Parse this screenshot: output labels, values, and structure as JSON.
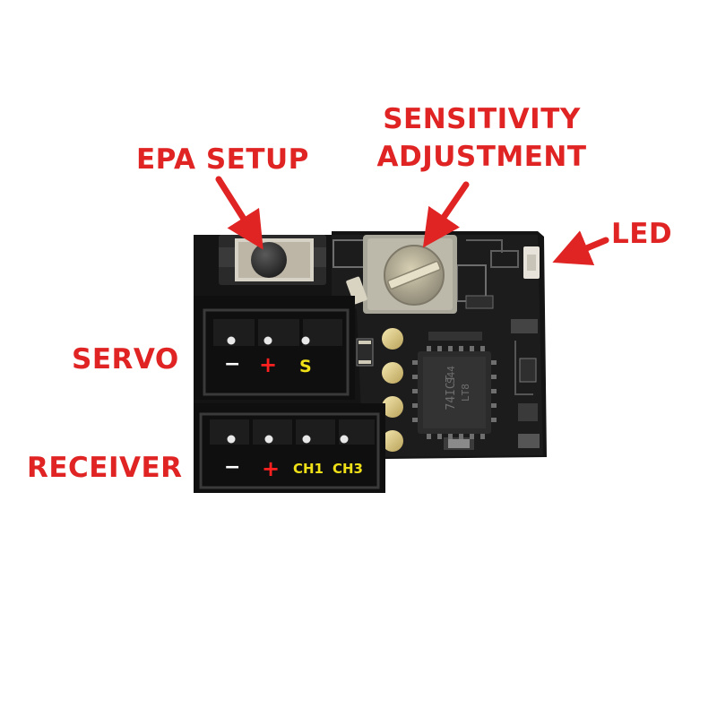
{
  "callouts": {
    "epa_setup": "EPA SETUP",
    "sensitivity_line1": "SENSITIVITY",
    "sensitivity_line2": "ADJUSTMENT",
    "led": "LED",
    "servo": "SERVO",
    "receiver": "RECEIVER"
  },
  "servo_pins": {
    "minus": "−",
    "plus": "+",
    "signal": "S"
  },
  "receiver_pins": {
    "minus": "−",
    "plus": "+",
    "ch1": "CH1",
    "ch3": "CH3"
  },
  "chip_marking": {
    "line1": "S44",
    "line2": "74ICT",
    "line3": "LT8"
  },
  "colors": {
    "annotation_red": "#e02424",
    "pin_label_yellow": "#f0e018",
    "board_black": "#141414"
  }
}
